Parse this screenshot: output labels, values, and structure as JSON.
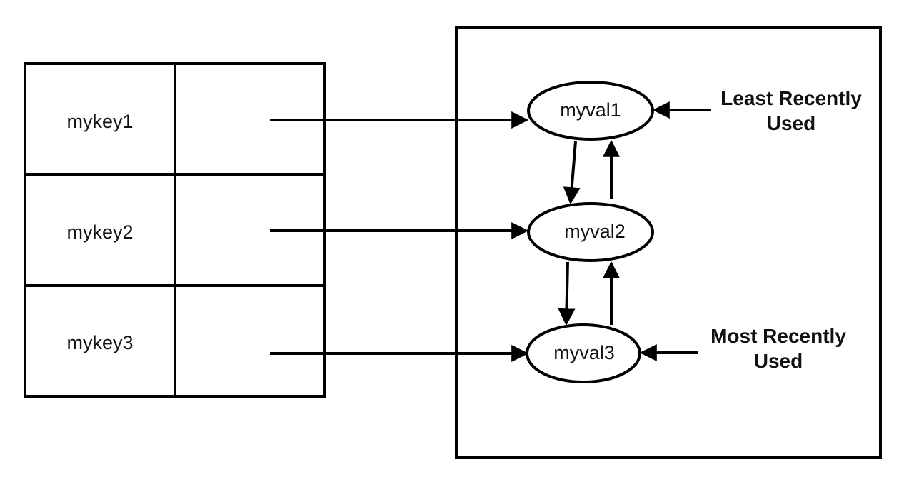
{
  "hash_table": {
    "rows": [
      {
        "key": "mykey1"
      },
      {
        "key": "mykey2"
      },
      {
        "key": "mykey3"
      }
    ]
  },
  "linked_list": {
    "nodes": [
      {
        "label": "myval1"
      },
      {
        "label": "myval2"
      },
      {
        "label": "myval3"
      }
    ]
  },
  "labels": {
    "least_recently_used": {
      "line1": "Least Recently",
      "line2": "Used"
    },
    "most_recently_used": {
      "line1": "Most Recently",
      "line2": "Used"
    }
  },
  "colors": {
    "stroke": "#000000",
    "background": "#ffffff",
    "text": "#111111"
  }
}
